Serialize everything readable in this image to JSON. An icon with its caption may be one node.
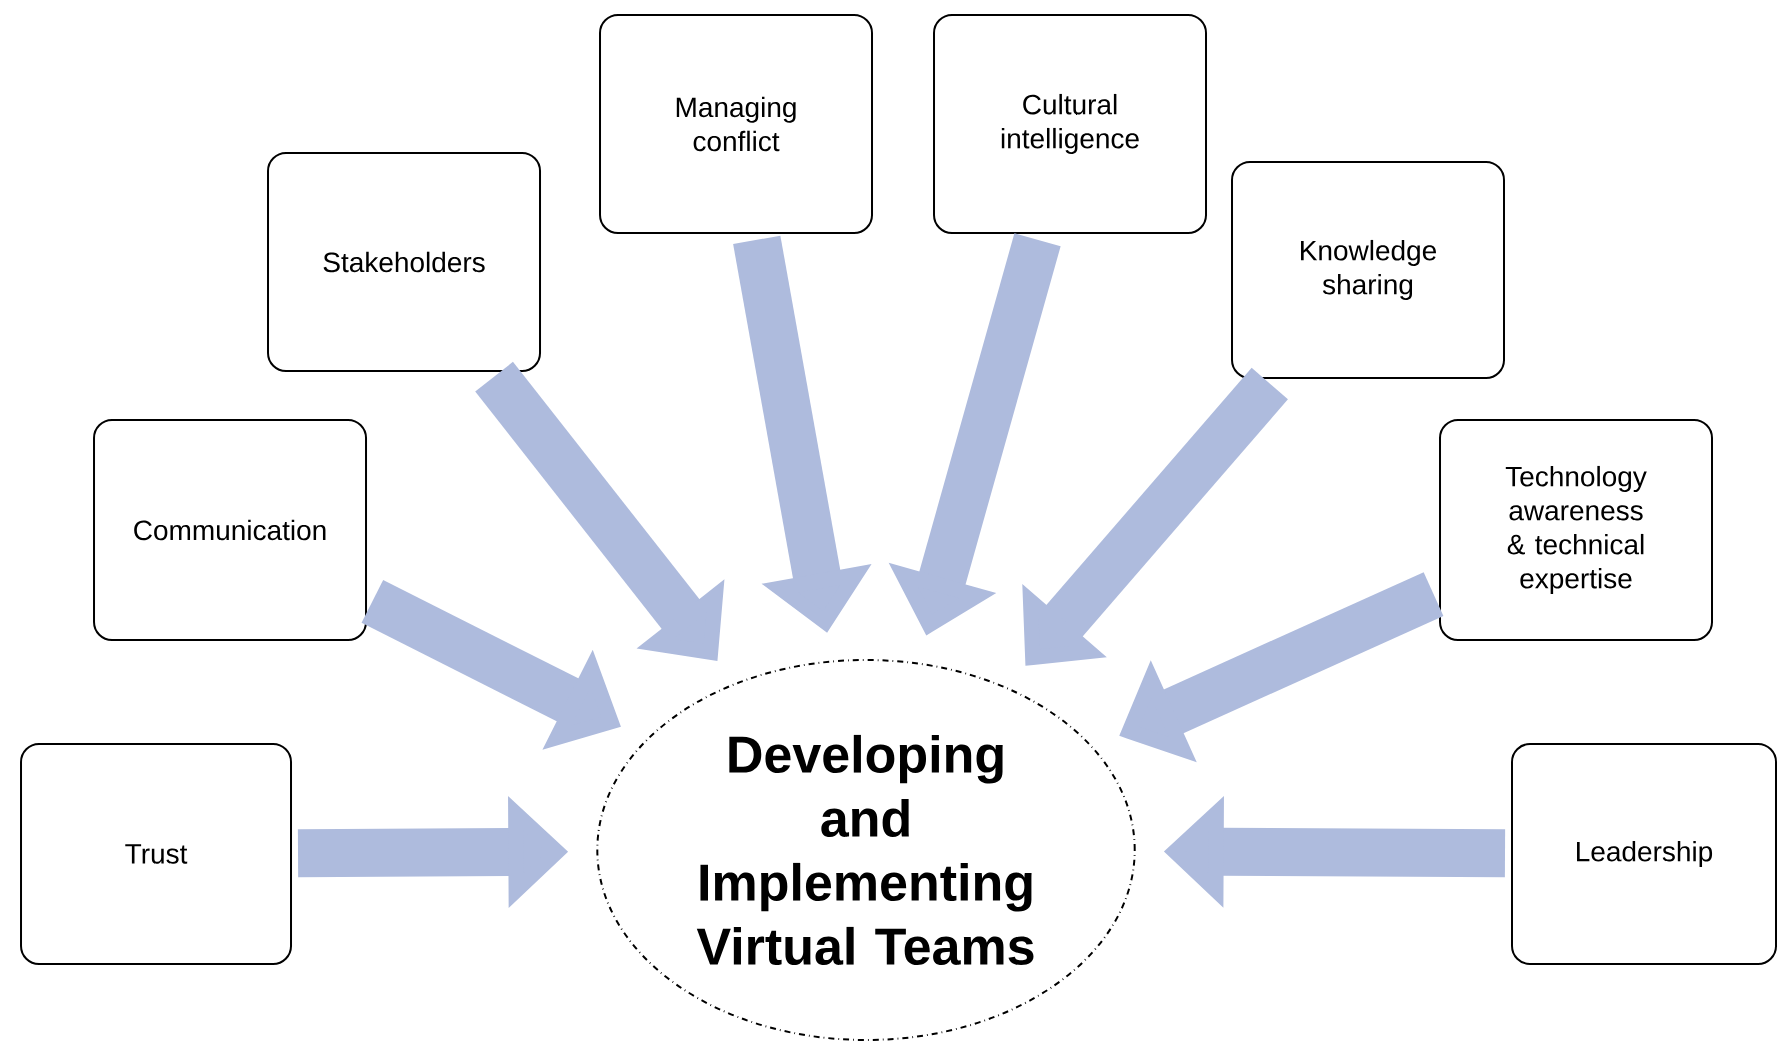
{
  "diagram": {
    "nodes": [
      {
        "text": [
          "Managing conflict"
        ]
      },
      {
        "text": [
          "Cultural intelligence"
        ]
      },
      {
        "text": [
          "Stakeholders"
        ]
      },
      {
        "text": [
          "Knowledge sharing"
        ]
      },
      {
        "text": [
          "Communication"
        ]
      },
      {
        "text": [
          "Technology awareness & technical expertise"
        ]
      },
      {
        "text": [
          "Trust"
        ]
      },
      {
        "text": [
          "Developing and Implementing Virtual Teams"
        ]
      },
      {
        "text": [
          "Leadership"
        ]
      }
    ],
    "edges": [
      {
        "from": 0,
        "to": 7,
        "arrow": "to"
      },
      {
        "from": 1,
        "to": 7,
        "arrow": "to"
      },
      {
        "from": 2,
        "to": 7,
        "arrow": "to"
      },
      {
        "from": 3,
        "to": 7,
        "arrow": "to"
      },
      {
        "from": 4,
        "to": 7,
        "arrow": "to"
      },
      {
        "from": 5,
        "to": 7,
        "arrow": "to"
      },
      {
        "from": 6,
        "to": 7,
        "arrow": "to"
      },
      {
        "from": 8,
        "to": 7,
        "arrow": "to"
      }
    ]
  }
}
